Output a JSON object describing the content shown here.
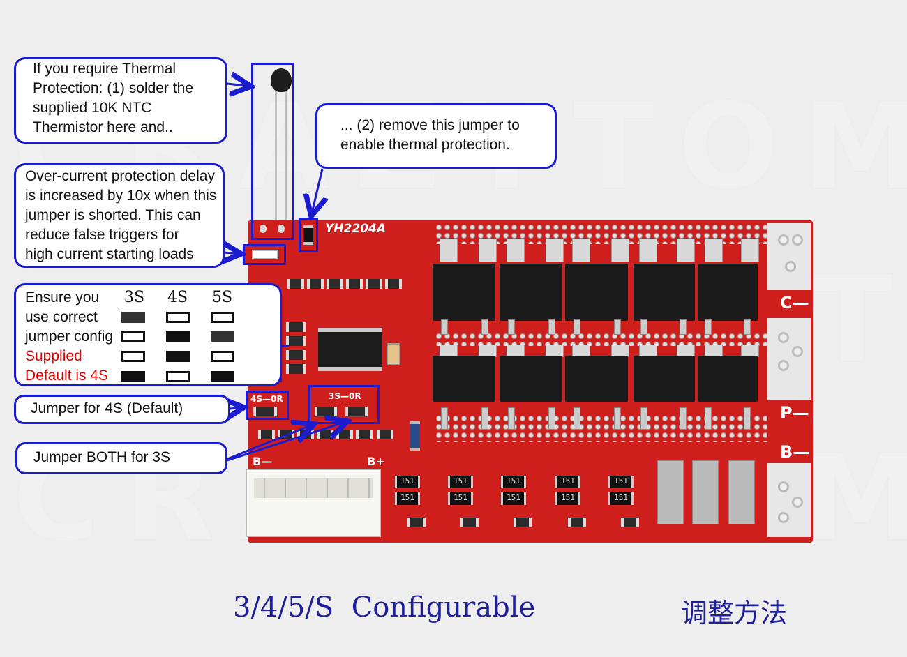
{
  "watermark": {
    "text": "CRAZYTOM"
  },
  "callouts": {
    "thermal": "If you require Thermal\nProtection: (1) solder the\nsupplied 10K NTC\nThermistor here and..",
    "remove_jumper": "... (2) remove this jumper to\nenable thermal protection.",
    "overcurrent": "Over-current protection delay\nis increased by 10x when this\njumper is shorted.  This can\nreduce false triggers for\nhigh current starting loads",
    "config_lines": [
      "Ensure you",
      "use correct",
      "jumper config"
    ],
    "supplied": "Supplied",
    "default": "Default is 4S",
    "col_headers": [
      "3S",
      "4S",
      "5S"
    ],
    "jumper_4s": "Jumper for 4S (Default)",
    "jumper_3s": "Jumper BOTH for 3S"
  },
  "board": {
    "model": "YH2204A",
    "label_c": "C—",
    "label_p": "P—",
    "label_b": "B—",
    "label_bminus": "B—",
    "label_bplus": "B+",
    "label_4s": "4S—0R",
    "label_3s": "3S—0R",
    "res_code": "151"
  },
  "captions": {
    "main": "3/4/5/S  Configurable",
    "chinese": "调整方法"
  },
  "colors": {
    "accent": "#1b1bd0",
    "board": "#cf1f1d",
    "caption": "#1f1f9a",
    "warning": "#e00000"
  }
}
